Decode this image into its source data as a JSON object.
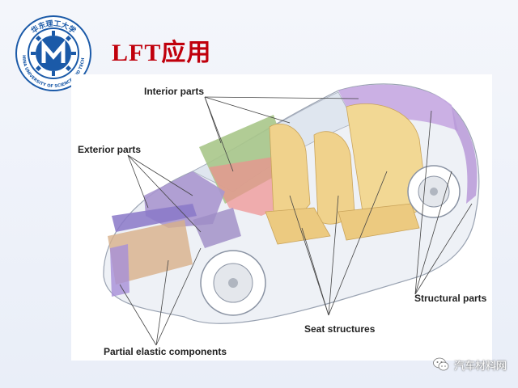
{
  "slide": {
    "title": "LFT应用",
    "logo": {
      "arc_text_cn": "华东理工大学",
      "arc_text_en": "EAST CHINA UNIVERSITY OF SCIENCE AND TECHNOLOGY"
    }
  },
  "figure": {
    "labels": {
      "interior": "Interior parts",
      "exterior": "Exterior parts",
      "structural": "Structural parts",
      "seat": "Seat structures",
      "elastic": "Partial elastic components"
    }
  },
  "watermark": {
    "text": "汽车材料网",
    "icon": "wechat-icon"
  },
  "colors": {
    "title": "#c0000c",
    "logo_blue": "#1b5aa8",
    "interior_green": "#a8c68a",
    "seat_yellow": "#f0d28c",
    "structural_purple": "#b89ad8",
    "exterior_purple": "#a996cf",
    "elastic_orange": "#d8b08a"
  }
}
